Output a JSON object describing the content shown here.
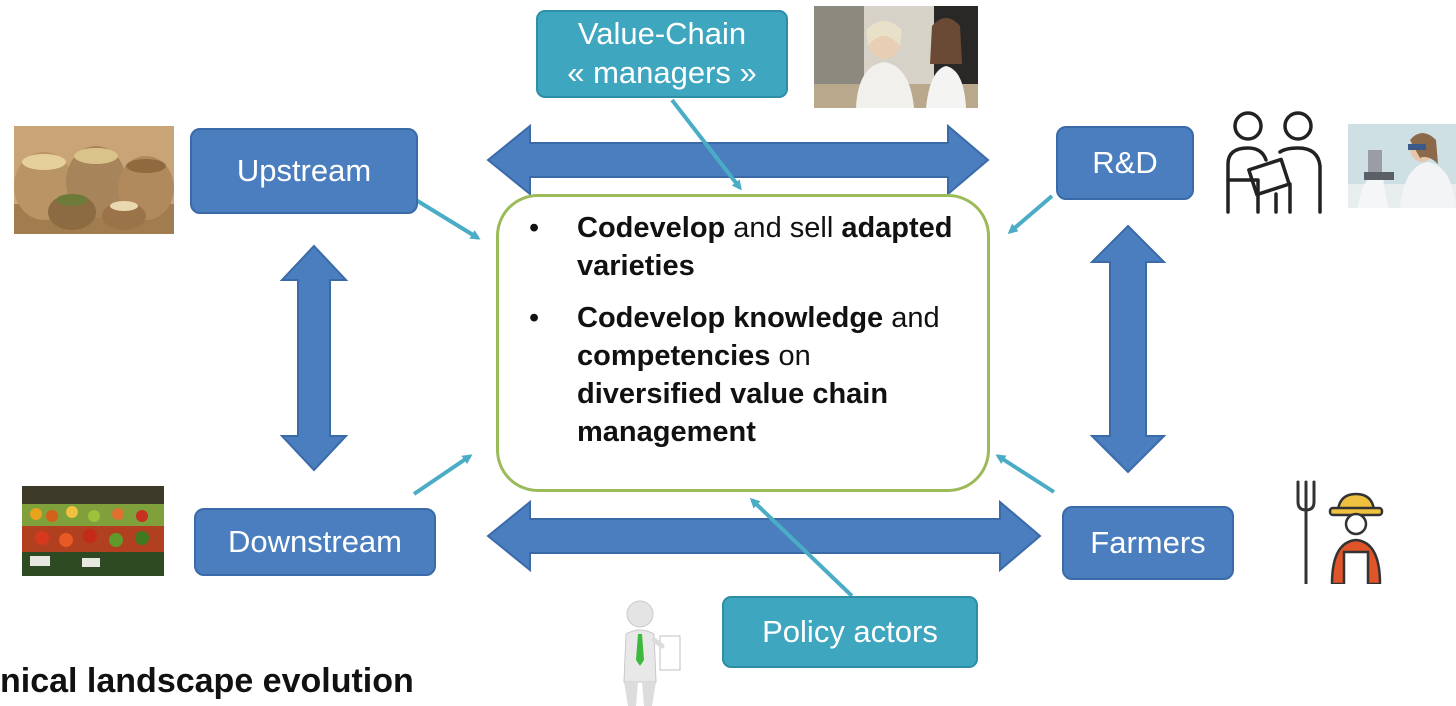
{
  "nodes": {
    "upstream": "Upstream",
    "downstream": "Downstream",
    "rd": "R&D",
    "farmers": "Farmers",
    "value_chain_line1": "Value-Chain",
    "value_chain_line2": "« managers »",
    "policy": "Policy actors"
  },
  "center": {
    "bullet_glyph": "•",
    "item1": {
      "b1": "Codevelop",
      "t1": " and sell ",
      "b2": "adapted varieties"
    },
    "item2": {
      "b1": "Codevelop knowledge",
      "t1": " and ",
      "b2": "competencies",
      "t2": " on ",
      "b3": "diversified value chain management"
    }
  },
  "footer_title": "nical landscape evolution",
  "colors": {
    "node_blue": "#4a7ebf",
    "node_teal": "#3ea6bf",
    "center_border": "#9bbb59",
    "pointer_arrow": "#4bacc6"
  }
}
